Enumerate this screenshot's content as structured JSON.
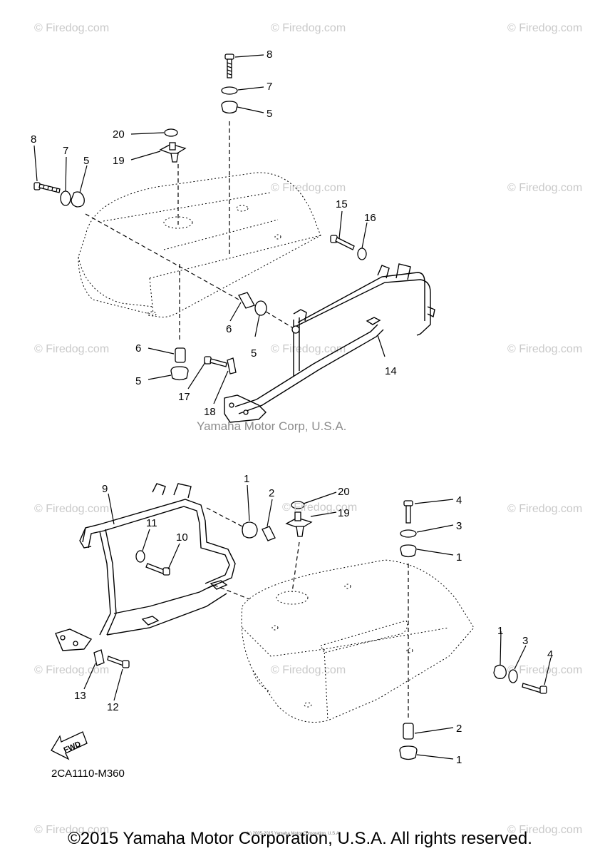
{
  "watermark": "© Firedog.com",
  "watermark_inline": "© Firedog.com",
  "sub_credit": "Yamaha Motor Corp, U.S.A.",
  "diagram_code": "2CA1110-M360",
  "fwd_label": "FWD",
  "copyright": "©2015 Yamaha Motor Corporation, U.S.A. All rights reserved.",
  "tiny_credit": "(c) 2005-2015 Yamaha Motor Corporation, U.S.A.",
  "labels": {
    "top": [
      "8",
      "7",
      "5",
      "20",
      "19",
      "8",
      "7",
      "5",
      "15",
      "16",
      "6",
      "5",
      "6",
      "5",
      "17",
      "18",
      "14"
    ],
    "bottom": [
      "9",
      "11",
      "10",
      "1",
      "2",
      "20",
      "19",
      "4",
      "3",
      "1",
      "1",
      "3",
      "4",
      "13",
      "12",
      "2",
      "1"
    ]
  }
}
